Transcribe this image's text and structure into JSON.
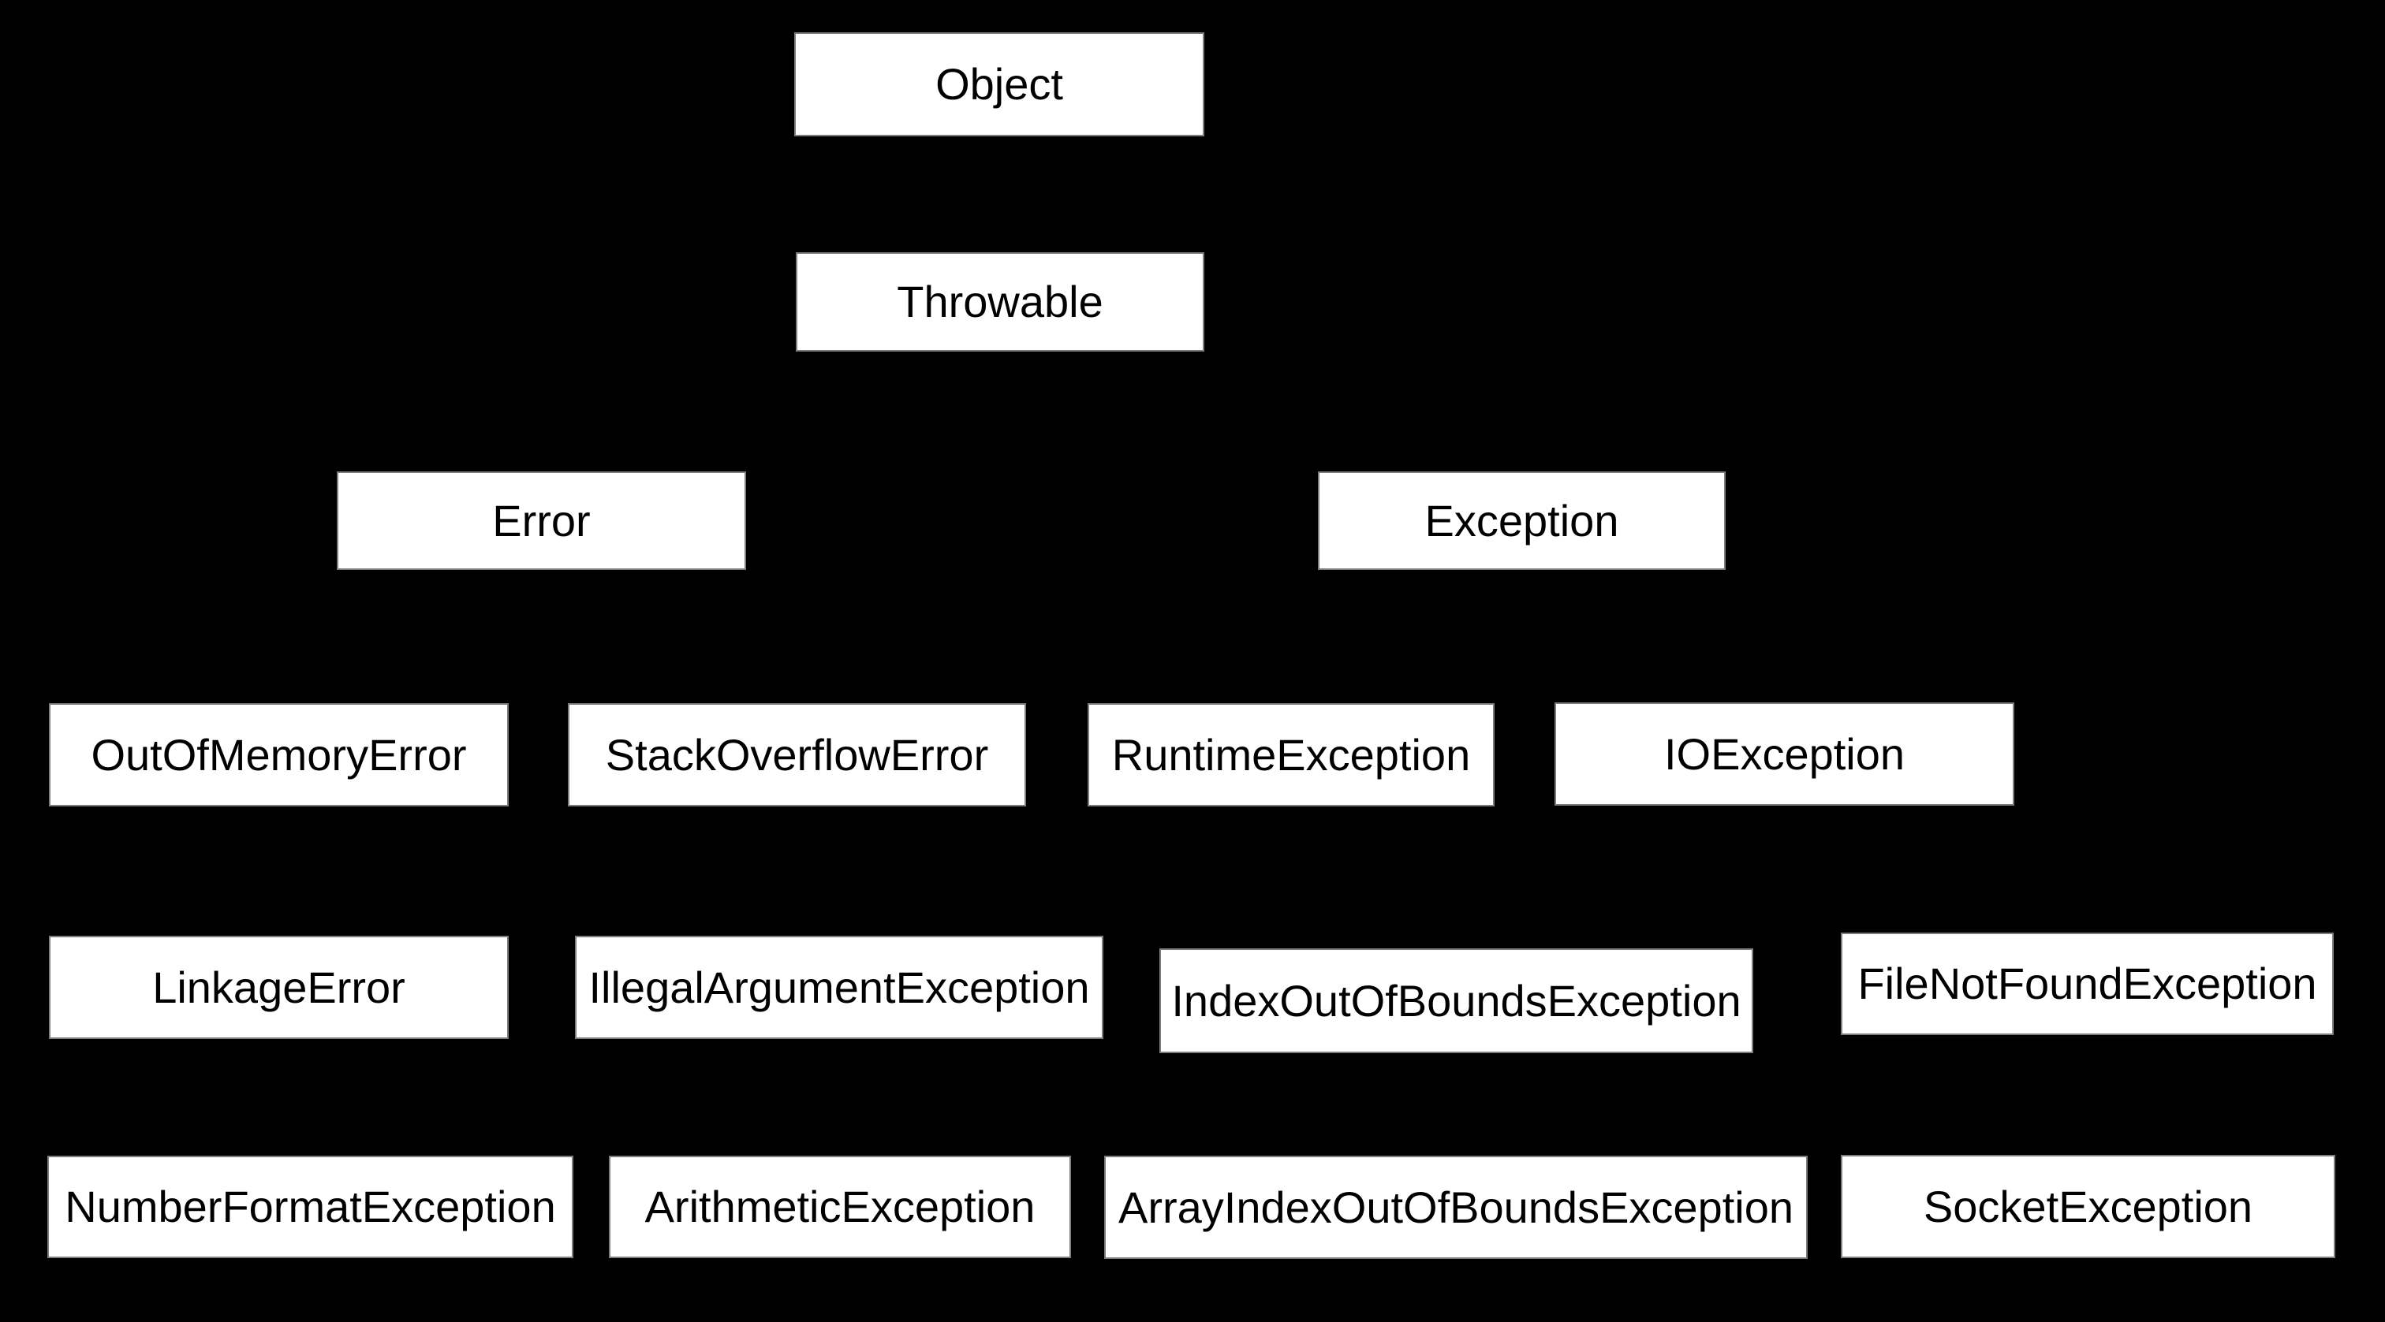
{
  "diagram": {
    "background_color": "#000000",
    "node_fill_color": "#ffffff",
    "node_border_color": "#7d7d7d",
    "node_text_color": "#000000",
    "nodes": {
      "object": {
        "label": "Object"
      },
      "throwable": {
        "label": "Throwable"
      },
      "error": {
        "label": "Error"
      },
      "exception": {
        "label": "Exception"
      },
      "oome": {
        "label": "OutOfMemoryError"
      },
      "soe": {
        "label": "StackOverflowError"
      },
      "runtime": {
        "label": "RuntimeException"
      },
      "io": {
        "label": "IOException"
      },
      "linkage": {
        "label": "LinkageError"
      },
      "illegalarg": {
        "label": "IllegalArgumentException"
      },
      "indexoob": {
        "label": "IndexOutOfBoundsException"
      },
      "filenotfound": {
        "label": "FileNotFoundException"
      },
      "numberformat": {
        "label": "NumberFormatException"
      },
      "arithmetic": {
        "label": "ArithmeticException"
      },
      "arrayindexoob": {
        "label": "ArrayIndexOutOfBoundsException"
      },
      "socket": {
        "label": "SocketException"
      }
    },
    "levels": [
      [
        "Object"
      ],
      [
        "Throwable"
      ],
      [
        "Error",
        "Exception"
      ],
      [
        "OutOfMemoryError",
        "StackOverflowError",
        "RuntimeException",
        "IOException"
      ],
      [
        "LinkageError",
        "IllegalArgumentException",
        "IndexOutOfBoundsException",
        "FileNotFoundException"
      ],
      [
        "NumberFormatException",
        "ArithmeticException",
        "ArrayIndexOutOfBoundsException",
        "SocketException"
      ]
    ]
  }
}
